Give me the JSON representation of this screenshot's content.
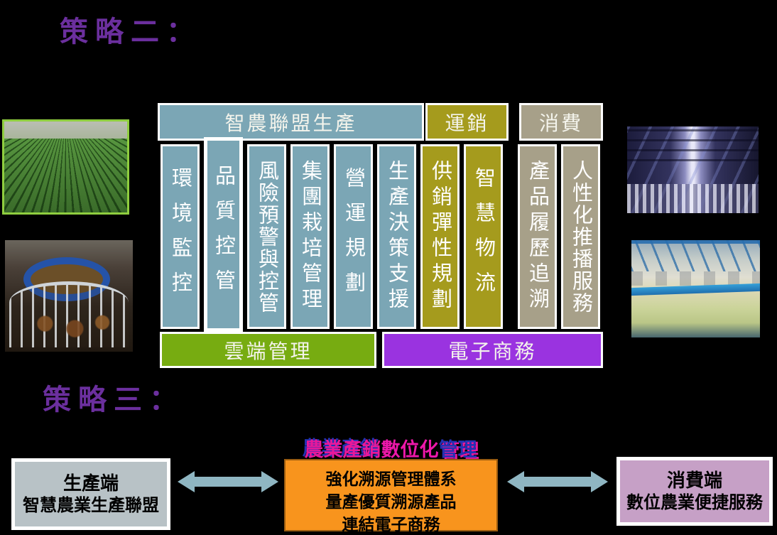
{
  "headings": {
    "strategy2": "策略二：",
    "strategy3": "策略三："
  },
  "diagram": {
    "header": {
      "production": "智農聯盟生產",
      "logistics": "運銷",
      "consumption": "消費"
    },
    "columns": [
      {
        "label": "環境監控",
        "group": "production"
      },
      {
        "label": "品質控管",
        "group": "production"
      },
      {
        "label": "風險預警與控管",
        "group": "production"
      },
      {
        "label": "集團栽培管理",
        "group": "production"
      },
      {
        "label": "營運規劃",
        "group": "production"
      },
      {
        "label": "生產決策支援",
        "group": "production"
      },
      {
        "label": "供銷彈性規劃",
        "group": "logistics"
      },
      {
        "label": "智慧物流",
        "group": "logistics"
      },
      {
        "label": "產品履歷追溯",
        "group": "consumption"
      },
      {
        "label": "人性化推播服務",
        "group": "consumption"
      }
    ],
    "footer": {
      "cloud": "雲端管理",
      "ecommerce": "電子商務"
    }
  },
  "bottom": {
    "title": {
      "part1": "農業產銷",
      "part2": "數位化",
      "part3": "管理"
    },
    "left_box": {
      "title": "生產端",
      "subtitle": "智慧農業生產聯盟"
    },
    "center_box": {
      "line1": "強化溯源管理體系",
      "line2": "量產優質溯源產品",
      "line3": "連結電子商務"
    },
    "right_box": {
      "title": "消費端",
      "subtitle": "數位農業便捷服務"
    }
  },
  "photos": {
    "left_top": "farm-field-crop-rows",
    "left_bottom": "rotary-dairy-milking-parlor",
    "right_top": "poultry-house-interior",
    "right_bottom": "indoor-aquaculture-tank"
  },
  "colors": {
    "heading_purple": "#6b2f9e",
    "pillar_blue": "#7ba6b5",
    "pillar_olive": "#a59b1d",
    "pillar_tan": "#a7a089",
    "cloud_green": "#77ac11",
    "ecommerce_purple": "#9a33e0",
    "production_box_gray": "#b8c2c6",
    "trace_box_orange": "#f8941d",
    "consumer_box_lavender": "#c6a0c6",
    "arrow_blue": "#8fb6c2",
    "title_pink": "#e8189a",
    "title_blue": "#2431b4"
  }
}
